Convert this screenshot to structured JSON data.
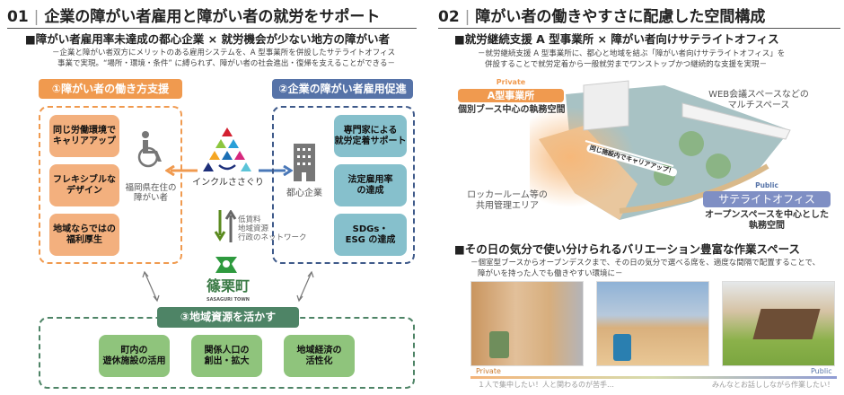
{
  "left": {
    "section_number": "01",
    "title": "企業の障がい者雇用と障がい者の就労をサポート",
    "subtitle": "■障がい者雇用率未達成の都心企業 × 就労機会が少ない地方の障がい者",
    "description": [
      "－企業と障がい者双方にメリットのある雇用システムを、A 型事業所を併設したサテライトオフィス",
      "事業で実現。“場所・環境・条件” に縛られず、障がい者の社会進出・復帰を支えることができる－"
    ],
    "pillar1": {
      "label": "①障がい者の働き方支援",
      "items": [
        "同じ労働環境で\nキャリアアップ",
        "フレキシブルな\nデザイン",
        "地域ならではの\n福利厚生"
      ],
      "color": "#f09a4f"
    },
    "pillar2": {
      "label": "②企業の障がい者雇用促進",
      "items": [
        "専門家による\n就労定着サポート",
        "法定雇用率\nの達成",
        "SDGs・\nESG の達成"
      ],
      "color": "#5673a8"
    },
    "pillar3": {
      "label": "③地域資源を活かす",
      "items": [
        "町内の\n遊休施設の活用",
        "関係人口の\n創出・拡大",
        "地域経済の\n活性化"
      ],
      "color": "#4e8466"
    },
    "person_label": "福岡県在住の\n障がい者",
    "company_label": "都心企業",
    "center_logo_text": "インクルささぐり",
    "resources_text": [
      "低賃料",
      "地域資源",
      "行政のネットワーク"
    ],
    "town_logo": {
      "name": "篠栗町",
      "sub": "SASAGURI TOWN"
    }
  },
  "right": {
    "section_number": "02",
    "title": "障がい者の働きやすさに配慮した空間構成",
    "subtitle": "■就労継続支援 A 型事業所 × 障がい者向けサテライトオフィス",
    "description": [
      "－就労継続支援 A 型事業所に、都心と地域を結ぶ「障がい者向けサテライトオフィス」を",
      "併設することで就労定着から一般就労までワンストップかつ継続的な支援を実現－"
    ],
    "private_tag": "Private",
    "a_type_label": "A型事業所",
    "a_type_desc": "個別ブース中心の執務空間",
    "web_label": "WEB会議スペースなどの\nマルチスペース",
    "locker_label": "ロッカールーム等の\n共用管理エリア",
    "career_arrow_text": "同じ施設内でキャリアアップ！",
    "public_tag": "Public",
    "satellite_label": "サテライトオフィス",
    "satellite_desc": "オープンスペースを中心とした\n執務空間",
    "subtitle2": "■その日の気分で使い分けられるバリエーション豊富な作業スペース",
    "description2": [
      "－個室型ブースからオープンデスクまで、その日の気分で選べる席を、適度な間隔で配置することで、",
      "障がいを持った人でも働きやすい環境に－"
    ],
    "scale": {
      "left": "Private",
      "right": "Public",
      "left_caption": "１人で集中したい！人と関わるのが苦手…",
      "right_caption": "みんなとお話ししながら作業したい！"
    }
  },
  "colors": {
    "orange": "#f09a4f",
    "blue": "#5673a8",
    "green": "#4e8466",
    "teal": "#86c0cc"
  }
}
